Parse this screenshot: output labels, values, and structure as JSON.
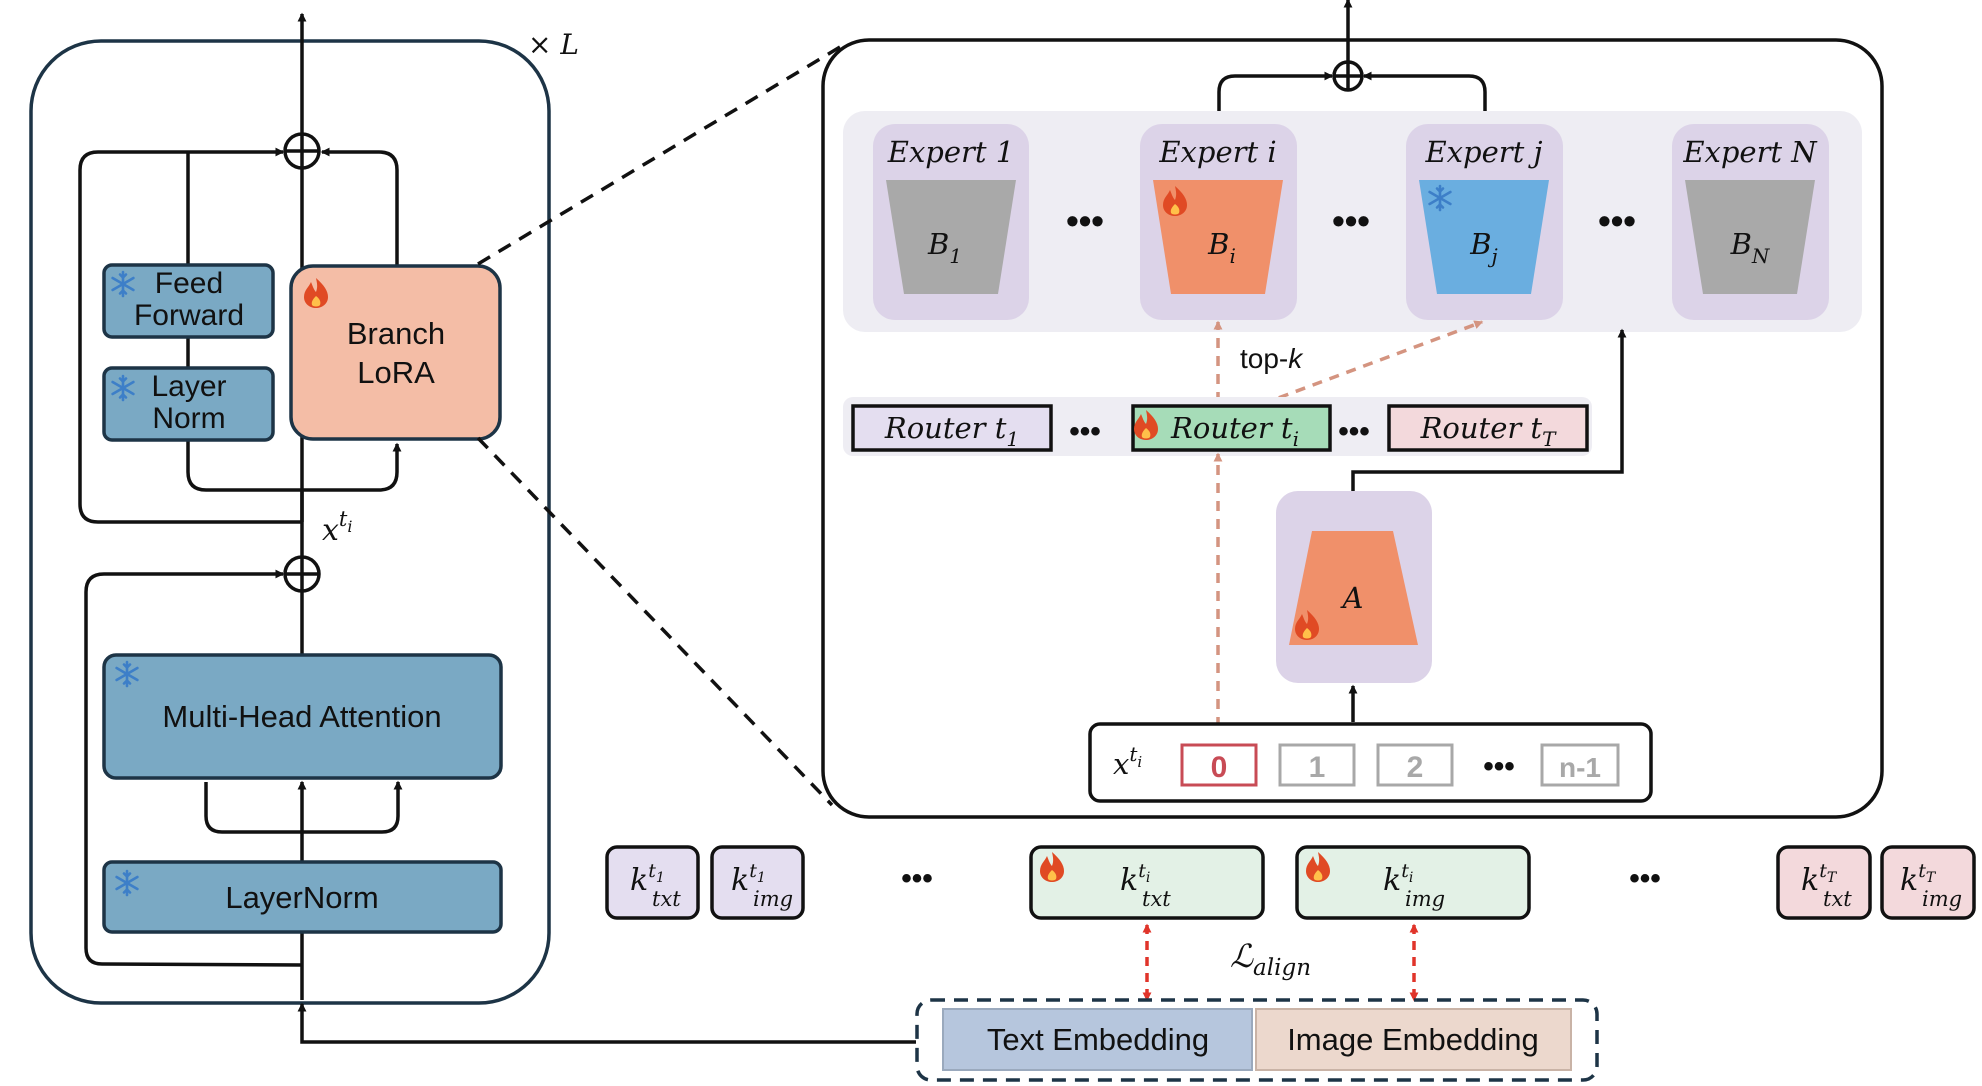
{
  "transformer": {
    "repeat": "× L",
    "feed_forward": [
      "Feed",
      "Forward"
    ],
    "layer_norm_small": [
      "Layer",
      "Norm"
    ],
    "branch_lora": [
      "Branch",
      "LoRA"
    ],
    "mha": "Multi-Head Attention",
    "layernorm": "LayerNorm",
    "x_label": {
      "base": "x",
      "sup_base": "t",
      "sup_sub": "i"
    }
  },
  "moe": {
    "experts": [
      {
        "title": "Expert 1",
        "b_base": "B",
        "b_sub": "1",
        "state": "frozen"
      },
      {
        "title": "Expert i",
        "b_base": "B",
        "b_sub": "i",
        "state": "trainable"
      },
      {
        "title": "Expert j",
        "b_base": "B",
        "b_sub": "j",
        "state": "frozen-highlight"
      },
      {
        "title": "Expert N",
        "b_base": "B",
        "b_sub": "N",
        "state": "frozen"
      }
    ],
    "ellipsis": "•••",
    "topk": {
      "prefix": "top-",
      "k": "k"
    },
    "routers": [
      {
        "base": "Router t",
        "sub": "1"
      },
      {
        "base": "Router t",
        "sub": "i"
      },
      {
        "base": "Router t",
        "sub": "T"
      }
    ],
    "a_label": "A",
    "tokens": [
      "0",
      "1",
      "2",
      "n-1"
    ],
    "token_ellipsis": "•••",
    "x_label": {
      "base": "x",
      "sup_base": "t",
      "sup_sub": "i"
    }
  },
  "keys": [
    {
      "sup_sub": "1",
      "sub": "txt",
      "group": "t1"
    },
    {
      "sup_sub": "1",
      "sub": "img",
      "group": "t1"
    },
    {
      "sup_sub": "i",
      "sub": "txt",
      "group": "ti"
    },
    {
      "sup_sub": "i",
      "sub": "img",
      "group": "ti"
    },
    {
      "sup_sub": "T",
      "sub": "txt",
      "group": "tT"
    },
    {
      "sup_sub": "T",
      "sub": "img",
      "group": "tT"
    }
  ],
  "keys_ellipsis": "•••",
  "align_loss": {
    "base": "ℒ",
    "sub": "align"
  },
  "embeddings": {
    "text": "Text Embedding",
    "image": "Image Embedding"
  },
  "colors": {
    "frozen_blue": "#7aa9c4",
    "lora_orange": "#f4bda6",
    "expert_orange": "#f0906a",
    "expert_blue": "#6aaee0",
    "expert_gray": "#a9a9a9",
    "expert_bg": "#dcd3e8",
    "router_purple": "#e4def0",
    "router_green": "#a6dcb8",
    "router_pink": "#f3d9dc",
    "key_green": "#e3f1e6",
    "text_emb": "#b6c6dd",
    "image_emb": "#ecd8cd",
    "dashed_red": "#e0342a",
    "dashed_brown": "#d49480",
    "token_red": "#c84b55"
  }
}
